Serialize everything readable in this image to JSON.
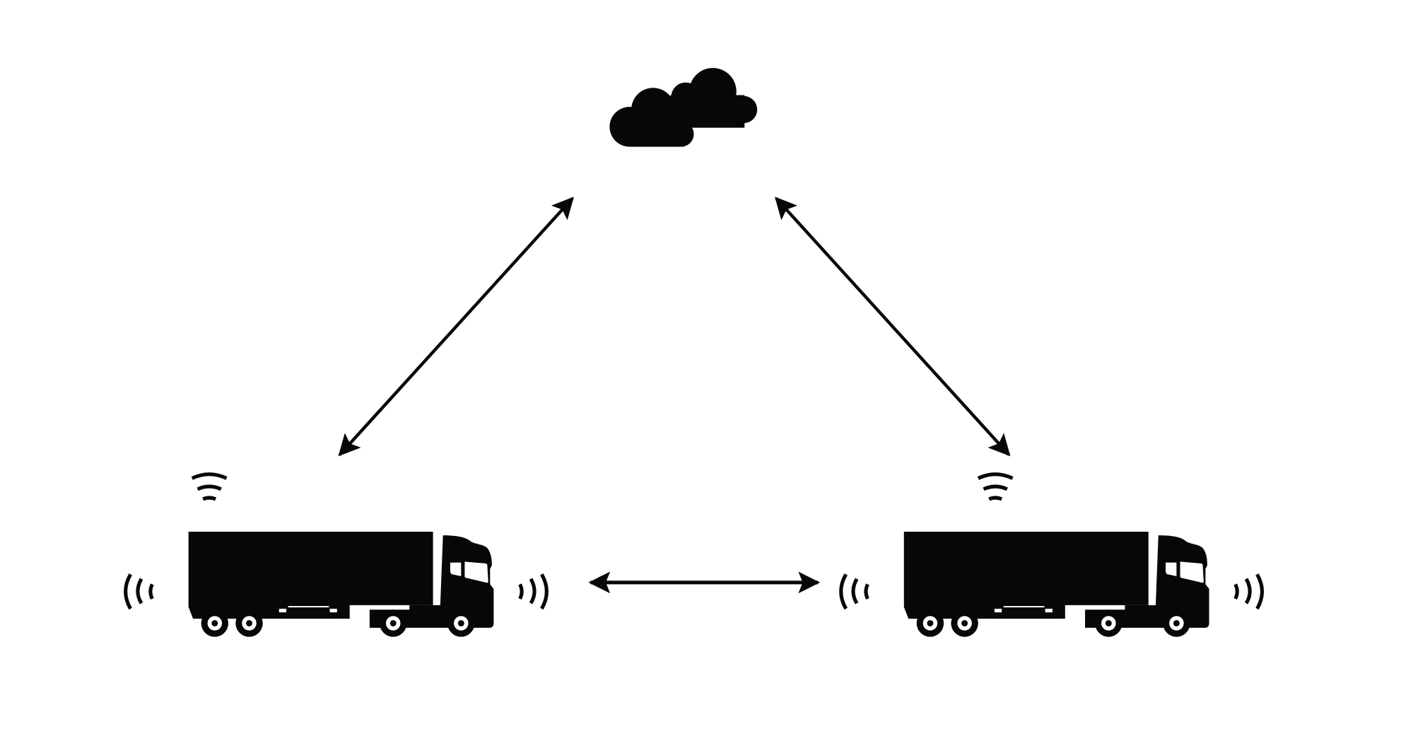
{
  "diagram": {
    "nodes": [
      {
        "id": "cloud",
        "icon": "cloud-icon"
      },
      {
        "id": "truck-left",
        "icon": "truck-icon"
      },
      {
        "id": "truck-right",
        "icon": "truck-icon"
      }
    ],
    "edges": [
      {
        "from": "truck-left",
        "to": "cloud",
        "direction": "bidirectional"
      },
      {
        "from": "truck-right",
        "to": "cloud",
        "direction": "bidirectional"
      },
      {
        "from": "truck-left",
        "to": "truck-right",
        "direction": "bidirectional"
      }
    ],
    "colors": {
      "foreground": "#060808",
      "background": "#ffffff"
    }
  }
}
